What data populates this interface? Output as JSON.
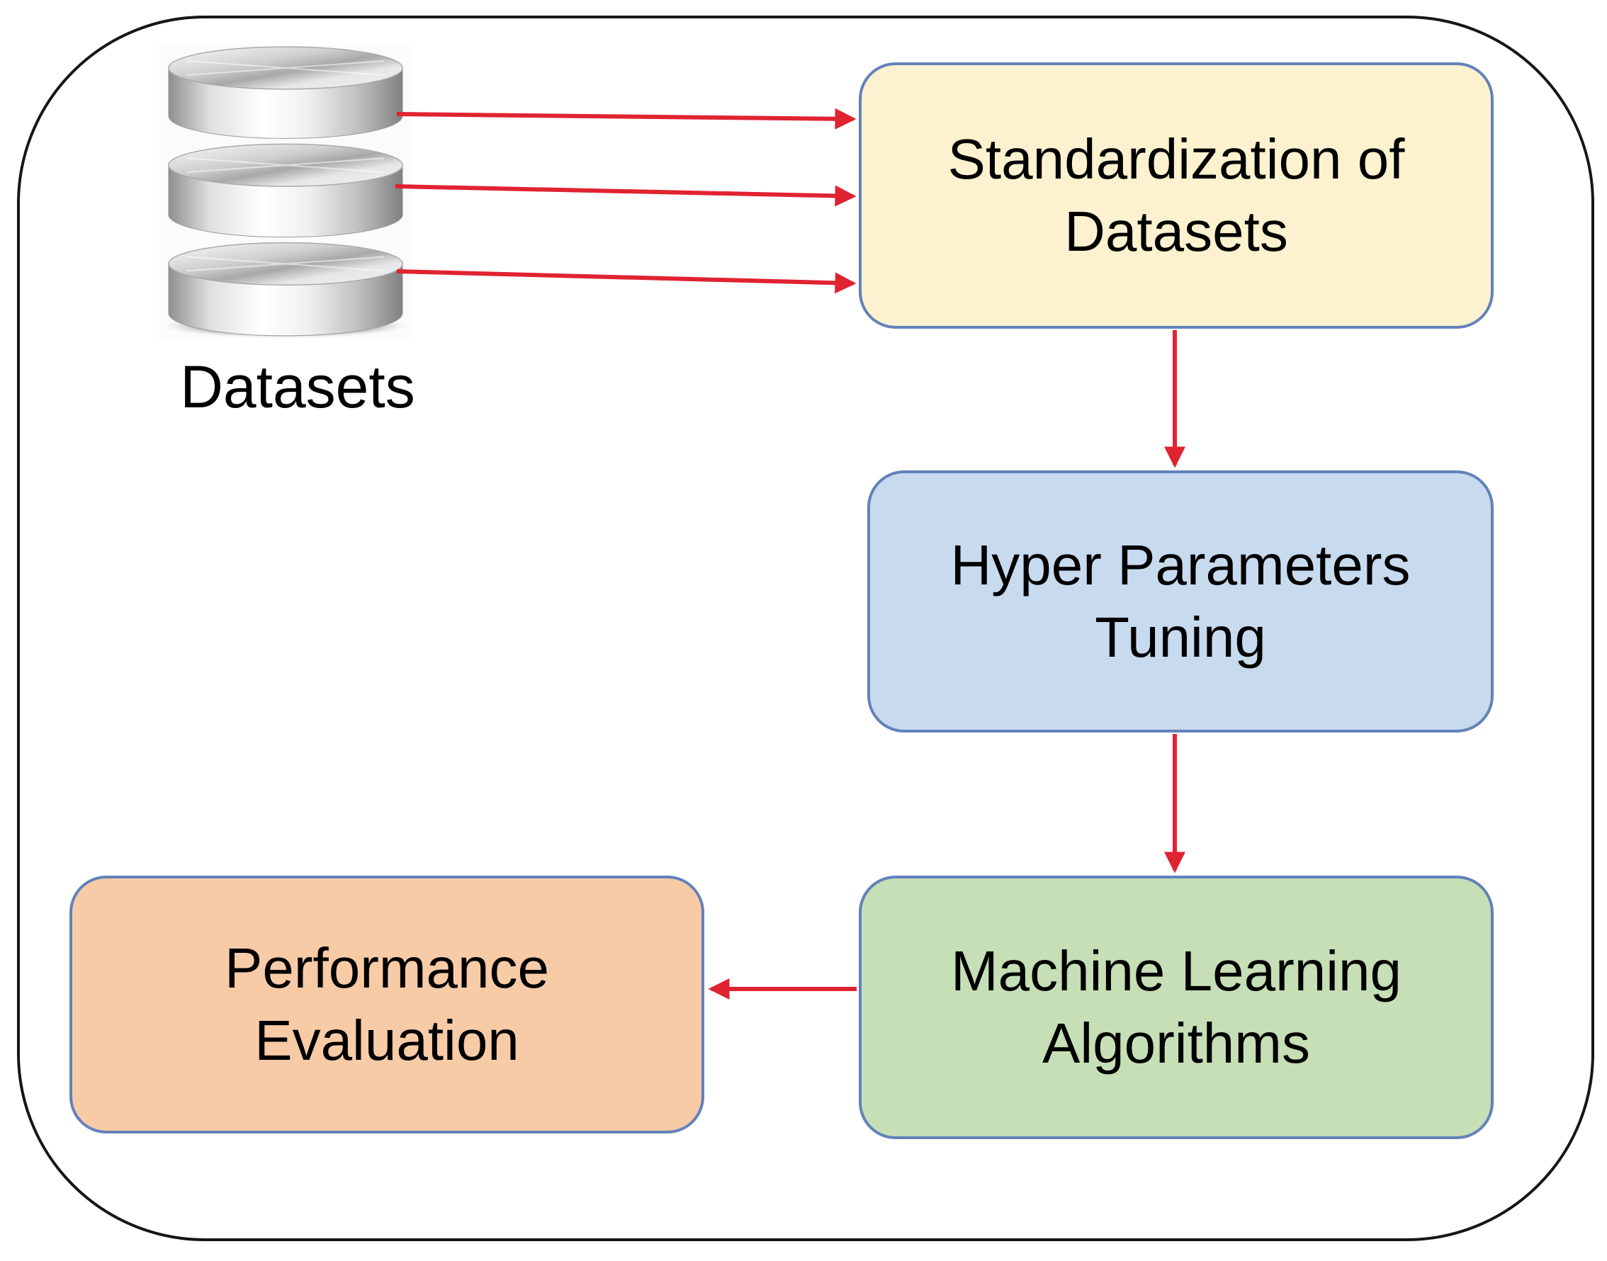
{
  "datasets": {
    "label": "Datasets",
    "icon": "database-cylinder-stack-icon"
  },
  "nodes": {
    "standardization": {
      "line1": "Standardization of",
      "line2": "Datasets"
    },
    "tuning": {
      "line1": "Hyper Parameters",
      "line2": "Tuning"
    },
    "algorithms": {
      "line1": "Machine Learning",
      "line2": "Algorithms"
    },
    "evaluation": {
      "line1": "Performance",
      "line2": "Evaluation"
    }
  },
  "flow": {
    "arrows": [
      "datasets-to-standardization-1",
      "datasets-to-standardization-2",
      "datasets-to-standardization-3",
      "standardization-to-tuning",
      "tuning-to-algorithms",
      "algorithms-to-evaluation"
    ]
  },
  "colors": {
    "standardization_fill": "#fdf2cf",
    "tuning_fill": "#c8daee",
    "algorithms_fill": "#c6dfb6",
    "evaluation_fill": "#f8cba7",
    "node_border": "#6282ba",
    "arrow": "#e02330",
    "outer_border": "#161616",
    "text": "#000000"
  }
}
